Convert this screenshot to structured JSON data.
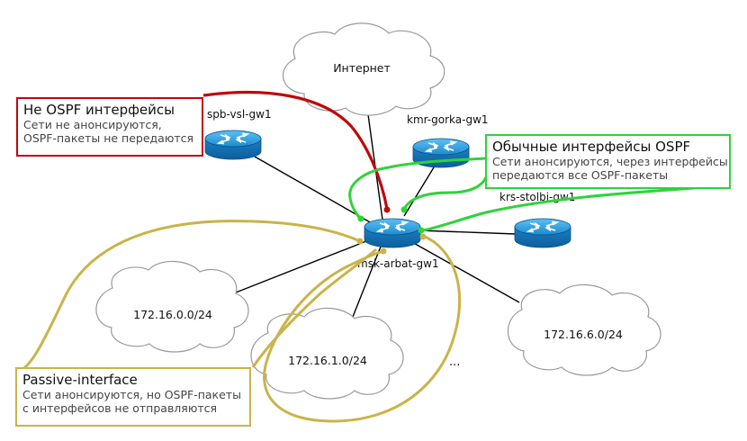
{
  "clouds": {
    "internet": "Интернет",
    "net1": "172.16.0.0/24",
    "net2": "172.16.1.0/24",
    "net3": "172.16.6.0/24"
  },
  "routers": {
    "spb": "spb-vsl-gw1",
    "kmr": "kmr-gorka-gw1",
    "krs": "krs-stolbi-gw1",
    "msk": "msk-arbat-gw1"
  },
  "ellipsis": "...",
  "boxes": {
    "red": {
      "title": "Не OSPF интерфейсы",
      "line1": "Сети не анонсируются,",
      "line2": "OSPF-пакеты не передаются"
    },
    "green": {
      "title": "Обычные интерфейсы OSPF",
      "line1": "Сети анонсируются, через интерфейсы",
      "line2": "передаются все OSPF-пакеты"
    },
    "yellow": {
      "title": "Passive-interface",
      "line1": "Сети анонсируются, но OSPF-пакеты",
      "line2": "с интерфейсов не отправляются"
    }
  },
  "colors": {
    "red": "#c0080a",
    "green": "#2fd33a",
    "yellow": "#c9b44a",
    "router": "#1e8fd6"
  }
}
